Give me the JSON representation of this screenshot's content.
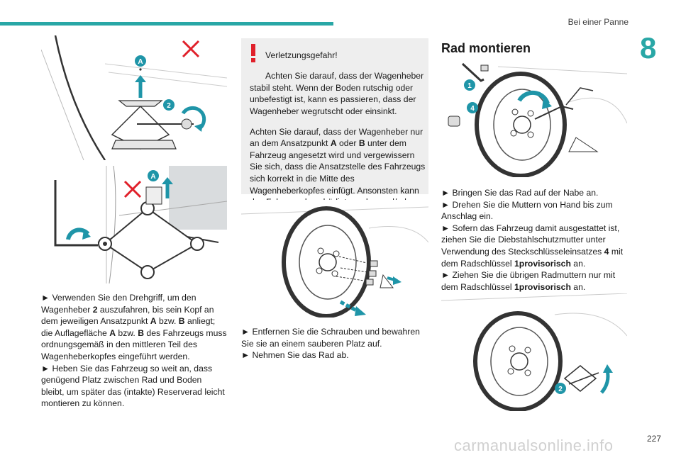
{
  "header": {
    "section_title": "Bei einer Panne",
    "chapter_number": "8"
  },
  "col1": {
    "fig1": {
      "label_a": "A",
      "label_2": "2"
    },
    "fig2": {
      "label_a": "A"
    },
    "bullet1": {
      "arrow": "►",
      "part1": " Verwenden Sie den Drehgriff, um den Wagenheber ",
      "num": "2",
      "part2": " auszufahren, bis sein Kopf an dem jeweiligen Ansatzpunkt ",
      "a": "A",
      "part3": " bzw. ",
      "b": "B",
      "part4": " anliegt; die Auflagefläche ",
      "a2": "A",
      "part5": " bzw. ",
      "b2": "B",
      "part6": " des Fahrzeugs muss ordnungsgemäß in den mittleren Teil des Wagenheberkopfes eingeführt werden."
    },
    "bullet2": "► Heben Sie das Fahrzeug so weit an, dass genügend Platz zwischen Rad und Boden bleibt, um später das (intakte) Reserverad leicht montieren zu können."
  },
  "col2": {
    "warning": {
      "title": "Verletzungsgefahr!",
      "line1": "Achten Sie darauf, dass der Wagenheber stabil steht. Wenn der Boden rutschig oder unbefestigt ist, kann es passieren, dass der Wagenheber wegrutscht oder einsinkt.",
      "p2a": "Achten Sie darauf, dass der Wagenheber nur an dem Ansatzpunkt ",
      "a": "A",
      "p2b": " oder ",
      "b": "B",
      "p2c": " unter dem Fahrzeug angesetzt wird und vergewissern Sie sich, dass die Ansatzstelle des Fahrzeugs sich korrekt in die Mitte des Wagenheberkopfes einfügt. Ansonsten kann das Fahrzeug beschädigt werden und/oder der Wagenheber einsinken."
    },
    "bullet1": "► Entfernen Sie die Schrauben und bewahren Sie sie an einem sauberen Platz auf.",
    "bullet2": "► Nehmen Sie das Rad ab."
  },
  "col3": {
    "heading": "Rad montieren",
    "fig1": {
      "label_1": "1",
      "label_4": "4"
    },
    "bullet1": "► Bringen Sie das Rad auf der Nabe an.",
    "bullet2": "► Drehen Sie die Muttern von Hand bis zum Anschlag ein.",
    "bullet3a": "► Sofern das Fahrzeug damit ausgestattet ist, ziehen Sie die Diebstahlschutzmutter unter Verwendung des Steckschlüsseleinsatzes ",
    "bullet3num": "4",
    "bullet3b": " mit dem Radschlüssel ",
    "bullet3bold": "1provisorisch",
    "bullet3c": " an.",
    "bullet4a": "► Ziehen Sie die übrigen Radmuttern nur mit dem Radschlüssel ",
    "bullet4bold": "1provisorisch",
    "bullet4c": " an.",
    "fig3": {
      "label_2": "2"
    }
  },
  "footer": {
    "page_number": "227",
    "watermark": "carmanualsonline.info"
  },
  "colors": {
    "accent": "#29a7a6",
    "arrow": "#1f95a8",
    "warning_red": "#e0202a",
    "box_gray": "#eeeeee"
  }
}
